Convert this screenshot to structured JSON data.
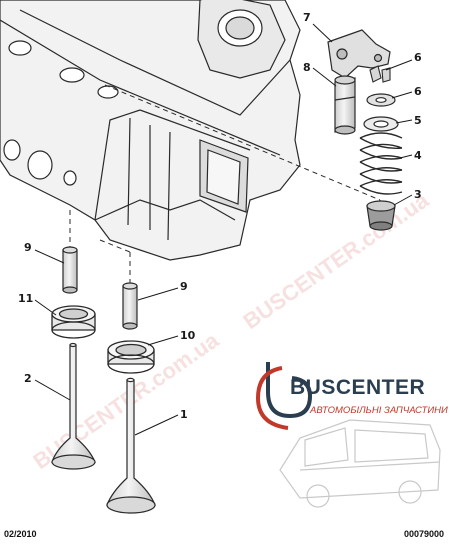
{
  "callouts": [
    {
      "id": "7",
      "label": "7"
    },
    {
      "id": "6a",
      "label": "6"
    },
    {
      "id": "8",
      "label": "8"
    },
    {
      "id": "6b",
      "label": "6"
    },
    {
      "id": "5",
      "label": "5"
    },
    {
      "id": "4",
      "label": "4"
    },
    {
      "id": "3",
      "label": "3"
    },
    {
      "id": "9a",
      "label": "9"
    },
    {
      "id": "9b",
      "label": "9"
    },
    {
      "id": "11",
      "label": "11"
    },
    {
      "id": "10",
      "label": "10"
    },
    {
      "id": "2",
      "label": "2"
    },
    {
      "id": "1",
      "label": "1"
    }
  ],
  "footer": {
    "date": "02/2010",
    "code": "00079000"
  },
  "brand": {
    "name": "BUSCENTER",
    "subtitle": "АВТОМОБІЛЬНІ ЗАПЧАСТИНИ",
    "watermark": "BUSCENTER.com.ua"
  },
  "colors": {
    "ink": "#2a2a2a",
    "part_fill": "#e6e6e6",
    "brand_blue": "#2b3e50",
    "brand_red": "#c0392b"
  }
}
